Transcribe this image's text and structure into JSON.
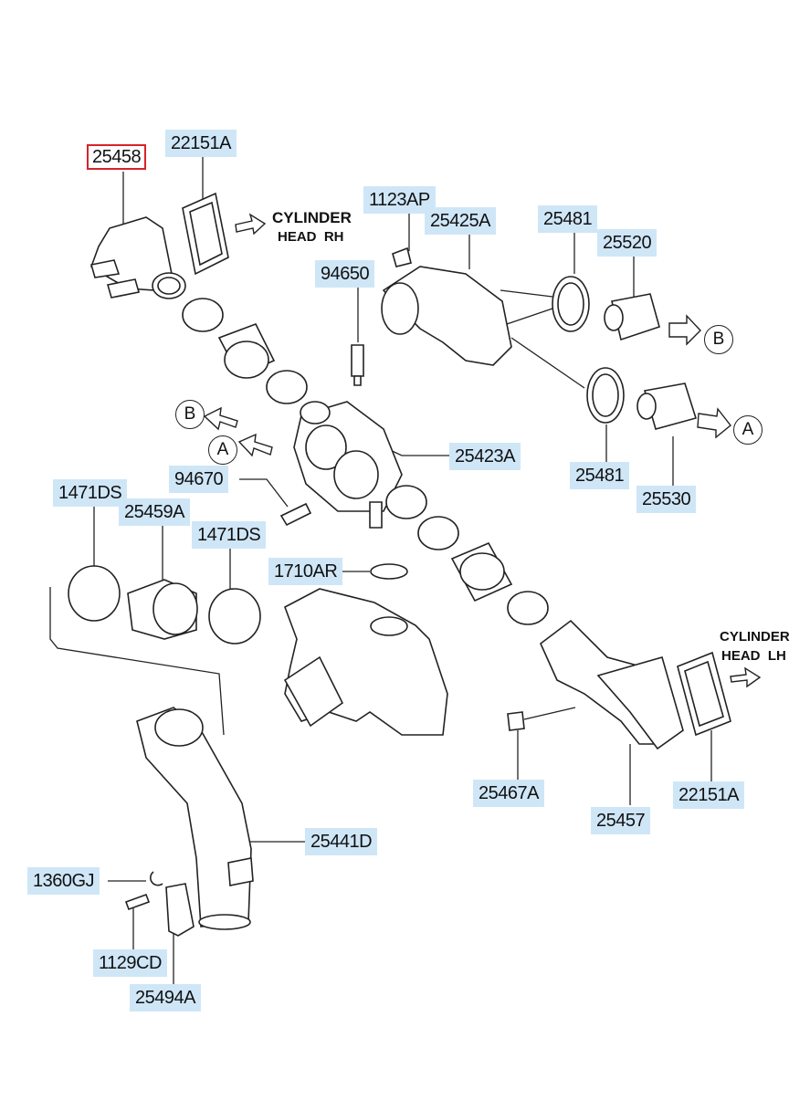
{
  "diagram": {
    "labels": {
      "p25458": "25458",
      "p22151A_top": "22151A",
      "p1123AP": "1123AP",
      "p25425A": "25425A",
      "p25481_top": "25481",
      "p25520": "25520",
      "p94650": "94650",
      "p25423A": "25423A",
      "p25481_bottom": "25481",
      "p25530": "25530",
      "p94670": "94670",
      "p1471DS_left": "1471DS",
      "p25459A": "25459A",
      "p1471DS_right": "1471DS",
      "p1710AR": "1710AR",
      "p25441D": "25441D",
      "p1360GJ": "1360GJ",
      "p1129CD": "1129CD",
      "p25494A": "25494A",
      "p25467A": "25467A",
      "p25457": "25457",
      "p22151A_bottom": "22151A"
    },
    "notes": {
      "cyl_rh_1": "CYLINDER",
      "cyl_rh_2": "HEAD  RH",
      "cyl_lh_1": "CYLINDER",
      "cyl_lh_2": "HEAD  LH"
    },
    "refs": {
      "b_right": "B",
      "a_right": "A",
      "b_left": "B",
      "a_left": "A"
    },
    "selected_part": "25458"
  }
}
